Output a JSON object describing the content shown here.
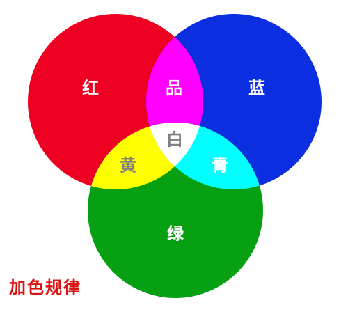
{
  "labels": {
    "red": "红",
    "blue": "蓝",
    "green": "绿",
    "magenta": "品",
    "yellow": "黄",
    "cyan": "青",
    "white": "白"
  },
  "caption": "加色规律",
  "colors": {
    "red": "#ee0022",
    "blue": "#0a2ee0",
    "green": "#06a012",
    "magenta": "#ff00ff",
    "yellow": "#ffff00",
    "cyan": "#00ffff",
    "white": "#ffffff",
    "label_light": "#ffffff",
    "label_dark": "#808080",
    "caption": "#dd1111"
  }
}
